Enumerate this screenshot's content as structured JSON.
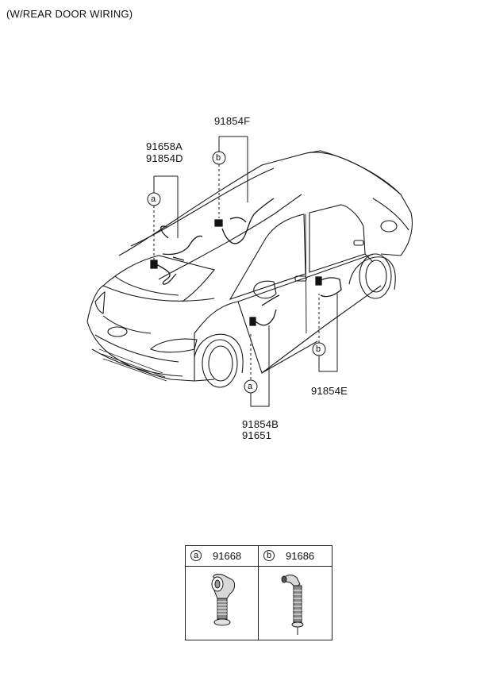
{
  "title": "(W/REAR DOOR WIRING)",
  "callouts": {
    "a_front": "91658A",
    "b_front": "91854D",
    "roof": "91854F",
    "rear_door": "91854E",
    "front_door_1": "91854B",
    "front_door_2": "91651"
  },
  "markers": {
    "a": "a",
    "b": "b"
  },
  "legend": {
    "a_letter": "a",
    "a_part": "91668",
    "b_letter": "b",
    "b_part": "91686"
  }
}
